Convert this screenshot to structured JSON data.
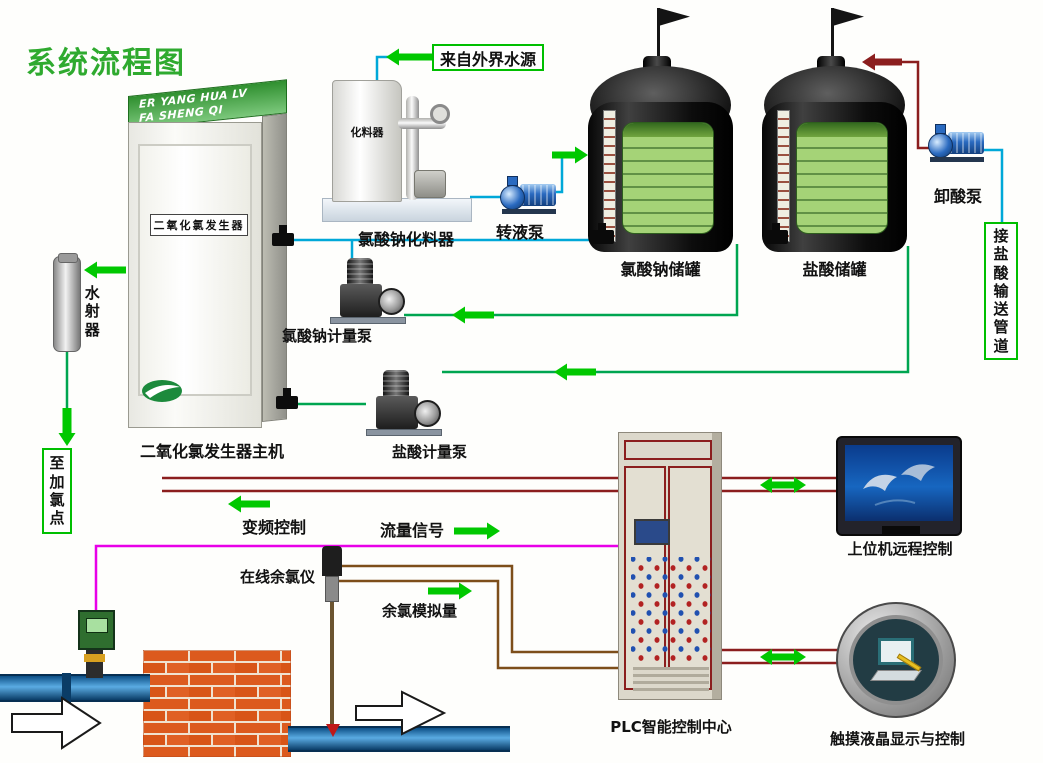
{
  "title": "系统流程图",
  "colors": {
    "title_green": "#2faa2f",
    "pipe_cyan": "#00a8d8",
    "pipe_green": "#00a550",
    "arrow_green": "#00c800",
    "signal_maroon": "#8b1e1e",
    "signal_magenta": "#e800e8",
    "signal_brown": "#7d4e1a",
    "box_border_green": "#00bf00",
    "tank_liquid_green": "#a5d377",
    "brick_orange": "#dc5a1e"
  },
  "labels": {
    "water_source": "来自外界水源",
    "mixer_tag": "化料器",
    "mixer": "氯酸钠化料器",
    "transfer_pump": "转液泵",
    "naclo3_tank": "氯酸钠储罐",
    "hcl_tank": "盐酸储罐",
    "unload_pump": "卸酸泵",
    "hcl_pipeline": "接盐酸输送管道",
    "gen_top1": "ER YANG HUA LV",
    "gen_top2": "FA SHENG QI",
    "gen_plate": "二氧化氯发生器",
    "generator": "二氧化氯发生器主机",
    "ejector": "水射器",
    "chlorination_point": "至加氯点",
    "naclo3_meter_pump": "氯酸钠计量泵",
    "hcl_meter_pump": "盐酸计量泵",
    "vfd": "变频控制",
    "flow_signal": "流量信号",
    "chlorine_meter": "在线余氯仪",
    "chlorine_analog": "余氯模拟量",
    "plc": "PLC智能控制中心",
    "scada": "上位机远程控制",
    "touch": "触摸液晶显示与控制"
  }
}
